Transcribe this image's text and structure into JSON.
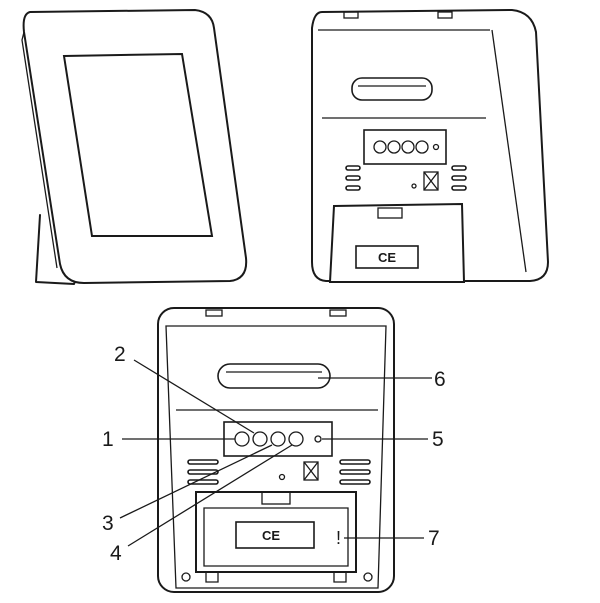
{
  "callouts": [
    {
      "label": "1"
    },
    {
      "label": "2"
    },
    {
      "label": "3"
    },
    {
      "label": "4"
    },
    {
      "label": "5"
    },
    {
      "label": "6"
    },
    {
      "label": "7"
    }
  ],
  "marks": {
    "ce_label": "CE",
    "warning_mark": "!"
  }
}
